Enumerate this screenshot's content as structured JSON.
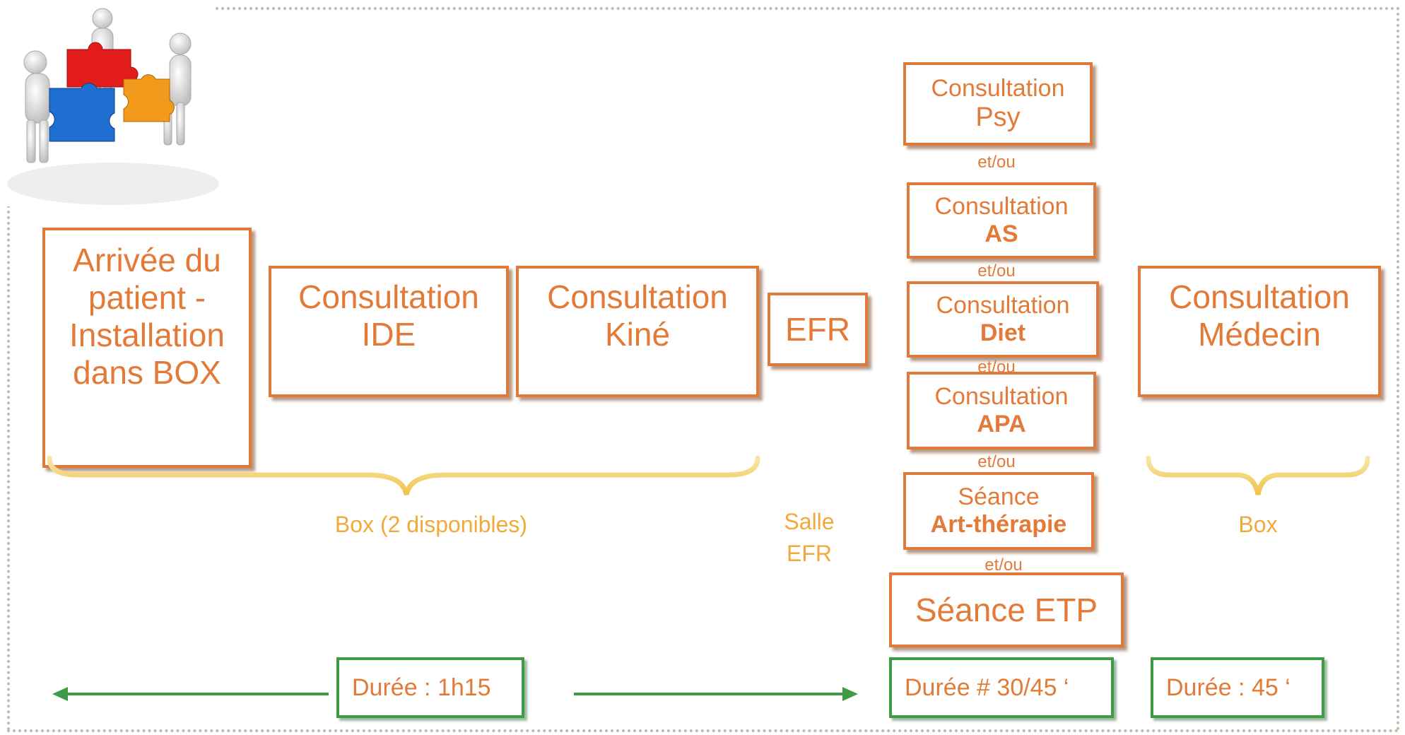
{
  "boxes": {
    "arrivee": {
      "l1": "Arrivée du",
      "l2": "patient -",
      "l3": "Installation",
      "l4": "dans BOX"
    },
    "ide": {
      "l1": "Consultation",
      "l2": "IDE"
    },
    "kine": {
      "l1": "Consultation",
      "l2": "Kiné"
    },
    "efr": {
      "l1": "EFR"
    },
    "psy": {
      "l1": "Consultation",
      "l2": "Psy"
    },
    "as": {
      "l1": "Consultation",
      "l2": "AS"
    },
    "diet": {
      "l1": "Consultation",
      "l2": "Diet"
    },
    "apa": {
      "l1": "Consultation",
      "l2": "APA"
    },
    "art": {
      "l1": "Séance",
      "l2": "Art-thérapie"
    },
    "etp": {
      "l1": "Séance ETP"
    },
    "medecin": {
      "l1": "Consultation",
      "l2": "Médecin"
    }
  },
  "connector": "et/ou",
  "labels": {
    "box2": "Box (2 disponibles)",
    "salle1": "Salle",
    "salle2": "EFR",
    "box": "Box"
  },
  "durations": {
    "d1": "Durée : 1h15",
    "d2": "Durée #  30/45 ‘",
    "d3": "Durée : 45 ‘"
  },
  "colors": {
    "box_border": "#e07a3c",
    "text": "#e37a37",
    "label": "#f2a93b",
    "duration_border": "#3f9b46",
    "arrow": "#3f9b46"
  }
}
